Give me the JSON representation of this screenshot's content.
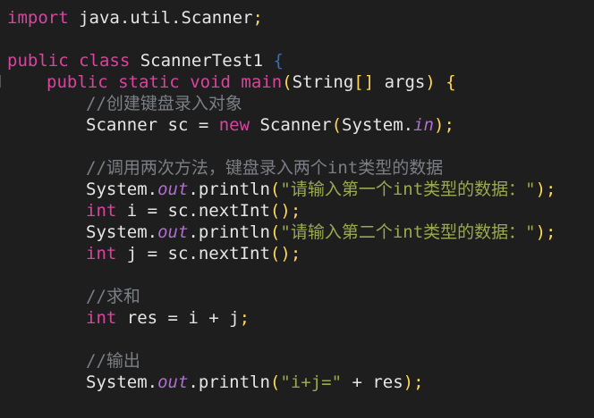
{
  "code": {
    "l1": {
      "kw": "import",
      "rest": " java.util.Scanner",
      "semi": ";"
    },
    "l3": {
      "kw1": "public",
      "kw2": "class",
      "name": " ScannerTest1 ",
      "br": "{"
    },
    "l4": {
      "kw1": "public",
      "kw2": "static",
      "kw3": "void",
      "name": "main",
      "open": "(",
      "type": "String",
      "brk": "[]",
      "arg": " args",
      "close": ")",
      "br": "{"
    },
    "l5": {
      "comment": "//创建键盘录入对象"
    },
    "l6": {
      "a": "Scanner sc = ",
      "kw": "new",
      "b": " Scanner",
      "open": "(",
      "c": "System.",
      "fld": "in",
      "close": ")",
      "semi": ";"
    },
    "l8": {
      "comment": "//调用两次方法，键盘录入两个int类型的数据"
    },
    "l9": {
      "a": "System.",
      "fld": "out",
      "b": ".println",
      "open": "(",
      "str": "\"请输入第一个int类型的数据：\"",
      "close": ")",
      "semi": ";"
    },
    "l10": {
      "kw": "int",
      "a": " i = sc.nextInt",
      "paren": "()",
      "semi": ";"
    },
    "l11": {
      "a": "System.",
      "fld": "out",
      "b": ".println",
      "open": "(",
      "str": "\"请输入第二个int类型的数据：\"",
      "close": ")",
      "semi": ";"
    },
    "l12": {
      "kw": "int",
      "a": " j = sc.nextInt",
      "paren": "()",
      "semi": ";"
    },
    "l14": {
      "comment": "//求和"
    },
    "l15": {
      "kw": "int",
      "a": " res = i + j",
      "semi": ";"
    },
    "l17": {
      "comment": "//输出"
    },
    "l18": {
      "a": "System.",
      "fld": "out",
      "b": ".println",
      "open": "(",
      "str": "\"i+j=\"",
      "c": " + res",
      "close": ")",
      "semi": ";"
    }
  },
  "colors": {
    "background": "#1e1e1e",
    "keyword": "#d9449f",
    "string": "#9aa852",
    "comment": "#7a7f86",
    "field": "#b06fcf",
    "bracket": "#ffd658"
  }
}
